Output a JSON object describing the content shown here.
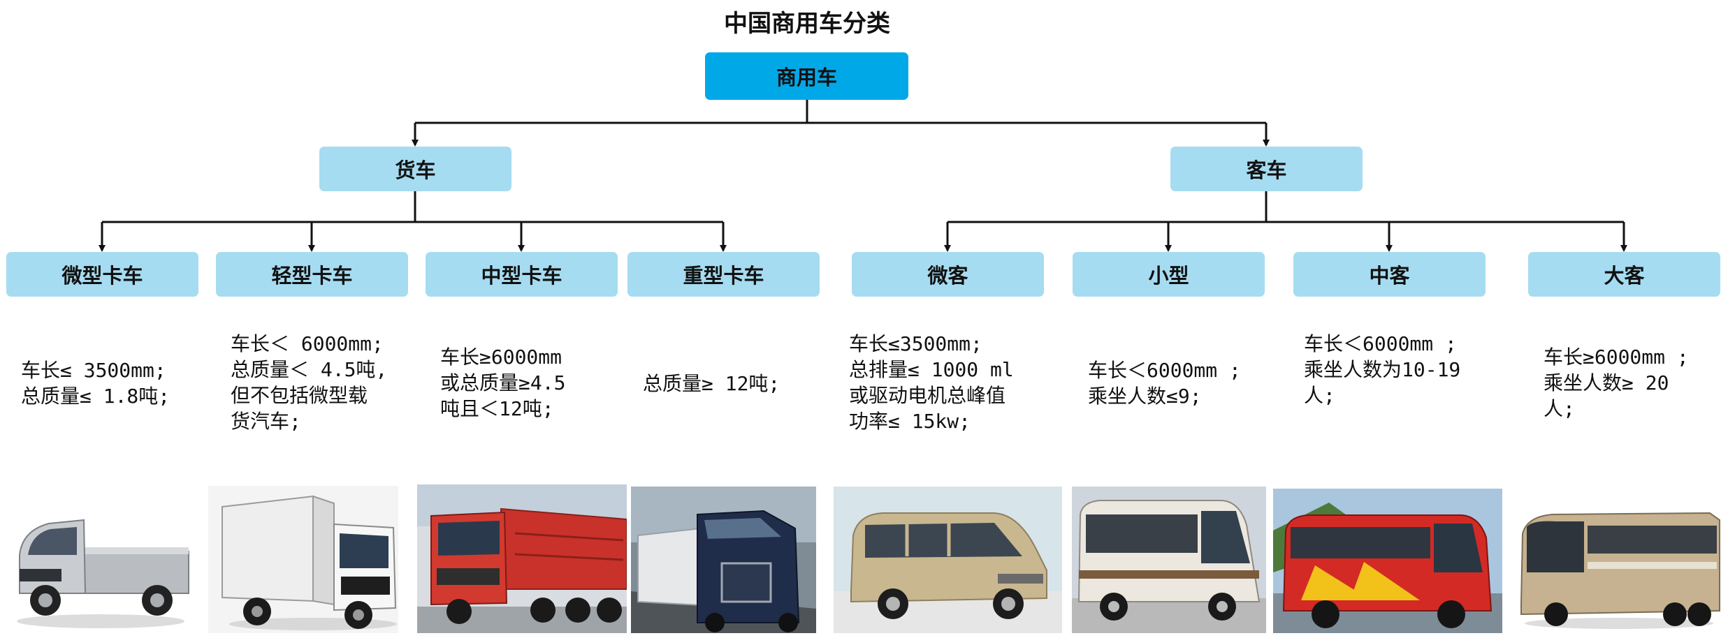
{
  "title": "中国商用车分类",
  "root": {
    "label": "商用车"
  },
  "groups": [
    {
      "label": "货车"
    },
    {
      "label": "客车"
    }
  ],
  "categories": [
    {
      "label": "微型卡车",
      "description": "车长≤ 3500mm;\n总质量≤ 1.8吨;",
      "image": "mini-truck-image"
    },
    {
      "label": "轻型卡车",
      "description": "车长＜ 6000mm;\n总质量＜ 4.5吨,\n但不包括微型载\n货汽车;",
      "image": "light-truck-image"
    },
    {
      "label": "中型卡车",
      "description": "车长≥6000mm\n或总质量≥4.5\n吨且＜12吨;",
      "image": "medium-truck-image"
    },
    {
      "label": "重型卡车",
      "description": "总质量≥ 12吨;",
      "image": "heavy-truck-image"
    },
    {
      "label": "微客",
      "description": "车长≤3500mm;\n总排量≤ 1000 ml\n或驱动电机总峰值\n功率≤ 15kw;",
      "image": "minivan-image"
    },
    {
      "label": "小型",
      "description": "车长＜6000mm ;\n乘坐人数≤9;",
      "image": "small-bus-image"
    },
    {
      "label": "中客",
      "description": "车长＜6000mm ;\n乘坐人数为10-19\n人;",
      "image": "medium-bus-image"
    },
    {
      "label": "大客",
      "description": "车长≥6000mm ;\n乘坐人数≥ 20\n人;",
      "image": "large-coach-image"
    }
  ],
  "colors": {
    "root_fill": "#00a8e8",
    "node_fill": "#a6dcf1",
    "connector": "#111111",
    "text": "#111111"
  }
}
